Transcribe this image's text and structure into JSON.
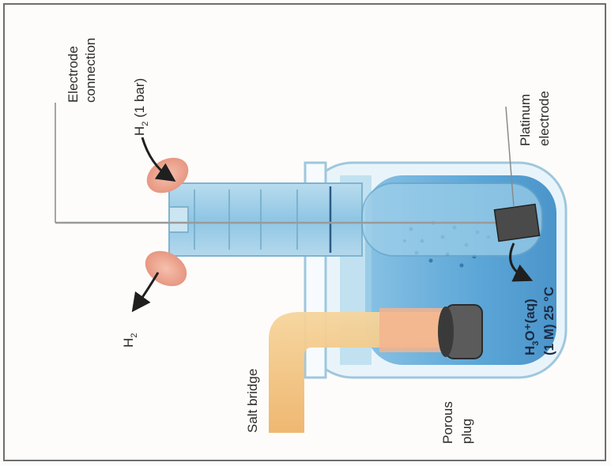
{
  "labels": {
    "electrode_connection_line1": "Electrode",
    "electrode_connection_line2": "connection",
    "h2_in_symbol": "H",
    "h2_in_sub": "2",
    "h2_in_rest": " (1 bar)",
    "h2_out_symbol": "H",
    "h2_out_sub": "2",
    "platinum_line1": "Platinum",
    "platinum_line2": "electrode",
    "salt_bridge": "Salt bridge",
    "porous_line1": "Porous",
    "porous_line2": "plug",
    "solution_species": "H",
    "solution_sub": "3",
    "solution_rest": "O⁺(aq)",
    "solution_conditions": "(1 M) 25 °C"
  },
  "colors": {
    "solution": "#5fa9d8",
    "glass": "#cfe6f2",
    "salt_bridge": "#f2c27a",
    "gas_plume": "#efa58f",
    "platinum": "#4a4a4a",
    "porous_plug": "#555555",
    "text": "#2b2b2b"
  }
}
